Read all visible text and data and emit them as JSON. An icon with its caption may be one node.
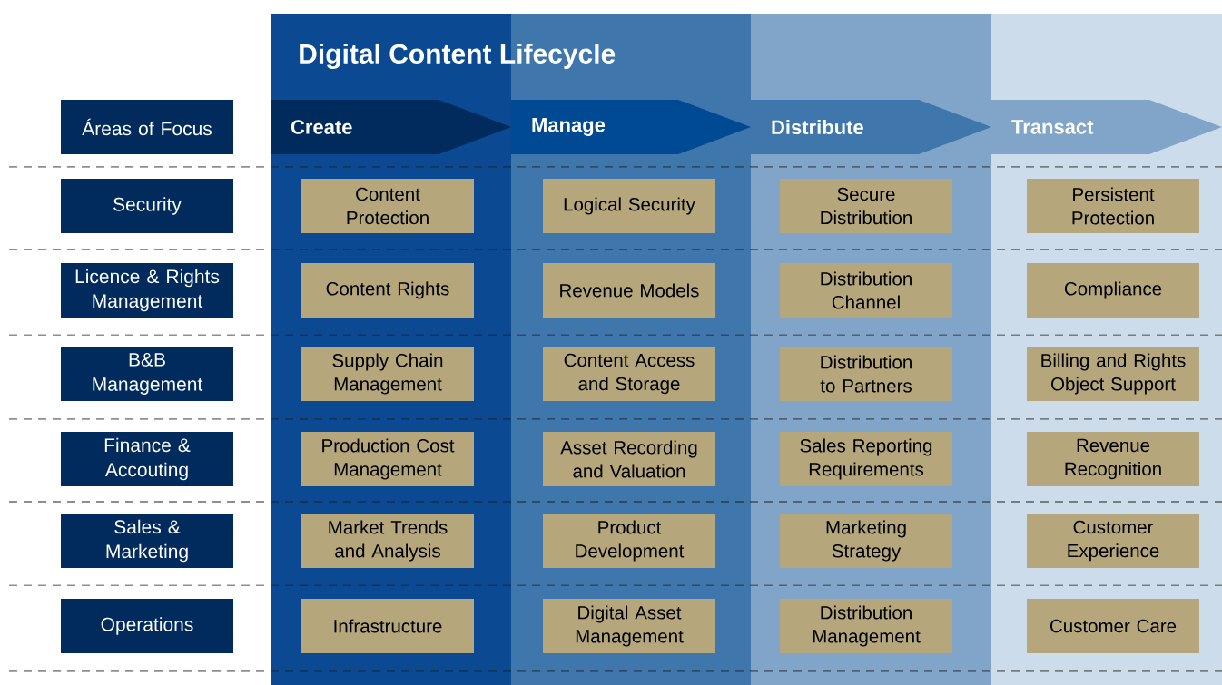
{
  "diagram": {
    "title": "Digital Content Lifecycle",
    "nodes": [
      {
        "text": [
          "Áreas of Focus"
        ]
      },
      {
        "text": [
          "Create"
        ]
      },
      {
        "text": [
          "Manage"
        ]
      },
      {
        "text": [
          "Distribute"
        ]
      },
      {
        "text": [
          "Transact"
        ]
      },
      {
        "text": [
          "Security"
        ]
      },
      {
        "text": [
          "Content Protection"
        ]
      },
      {
        "text": [
          "Logical Security"
        ]
      },
      {
        "text": [
          "Secure Distribution"
        ]
      },
      {
        "text": [
          "Persistent Protection"
        ]
      },
      {
        "text": [
          "Licence & Rights Management"
        ]
      },
      {
        "text": [
          "Content Rights"
        ]
      },
      {
        "text": [
          "Revenue Models"
        ]
      },
      {
        "text": [
          "Distribution Channel"
        ]
      },
      {
        "text": [
          "Compliance"
        ]
      },
      {
        "text": [
          "B&B Management"
        ]
      },
      {
        "text": [
          "Supply Chain Management"
        ]
      },
      {
        "text": [
          "Content Access and Storage"
        ]
      },
      {
        "text": [
          "Distribution to Partners"
        ]
      },
      {
        "text": [
          "Billing and Rights Object Support"
        ]
      },
      {
        "text": [
          "Finance & Accouting"
        ]
      },
      {
        "text": [
          "Production Cost Management"
        ]
      },
      {
        "text": [
          "Asset Recording and Valuation"
        ]
      },
      {
        "text": [
          "Sales Reporting Requirements"
        ]
      },
      {
        "text": [
          "Revenue Recognition"
        ]
      },
      {
        "text": [
          "Sales & Marketing"
        ]
      },
      {
        "text": [
          "Market Trends and Analysis"
        ]
      },
      {
        "text": [
          "Product Development"
        ]
      },
      {
        "text": [
          "Marketing Strategy"
        ]
      },
      {
        "text": [
          "Customer Experience"
        ]
      },
      {
        "text": [
          "Operations"
        ]
      },
      {
        "text": [
          "Infrastructure"
        ]
      },
      {
        "text": [
          "Digital Asset Management"
        ]
      },
      {
        "text": [
          "Distribution Management"
        ]
      },
      {
        "text": [
          "Customer Care"
        ]
      }
    ]
  }
}
